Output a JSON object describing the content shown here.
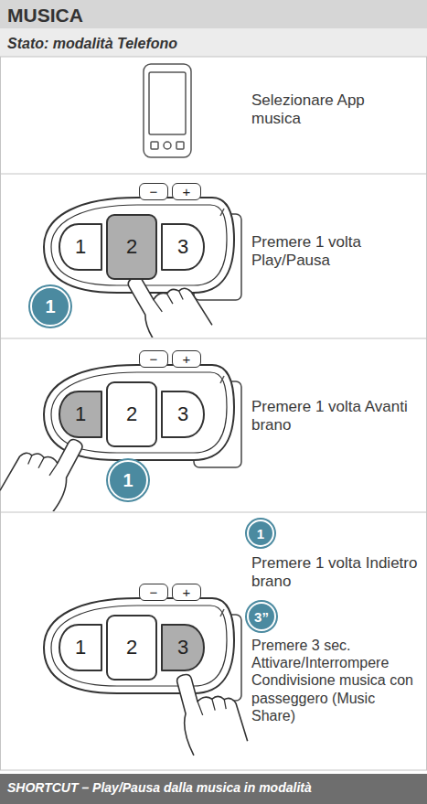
{
  "diagram": {
    "title": "MUSICA",
    "nodes": [
      {
        "text": [
          "−"
        ]
      },
      {
        "text": [
          "+"
        ]
      },
      {
        "text": [
          "1"
        ]
      },
      {
        "text": [
          "2"
        ]
      },
      {
        "text": [
          "3"
        ]
      },
      {
        "text": [
          "1"
        ]
      },
      {
        "text": [
          "−"
        ]
      },
      {
        "text": [
          "+"
        ]
      },
      {
        "text": [
          "1"
        ]
      },
      {
        "text": [
          "2"
        ]
      },
      {
        "text": [
          "3"
        ]
      },
      {
        "text": [
          "1"
        ]
      },
      {
        "text": [
          "−"
        ]
      },
      {
        "text": [
          "+"
        ]
      },
      {
        "text": [
          "1"
        ]
      },
      {
        "text": [
          "2"
        ]
      },
      {
        "text": [
          "3"
        ]
      },
      {
        "text": [
          "1"
        ]
      },
      {
        "text": [
          "3”"
        ]
      }
    ],
    "labels": [
      "Stato: modalità Telefono",
      "Selezionare App musica",
      "Premere 1 volta Play/Pausa",
      "Premere 1 volta Avanti brano",
      "Premere 1 volta Indietro brano",
      "Premere 3 sec. Attivare/Interrompere Condivisione musica con passeggero (Music Share)",
      "SHORTCUT – Play/Pausa dalla musica in modalità"
    ]
  }
}
